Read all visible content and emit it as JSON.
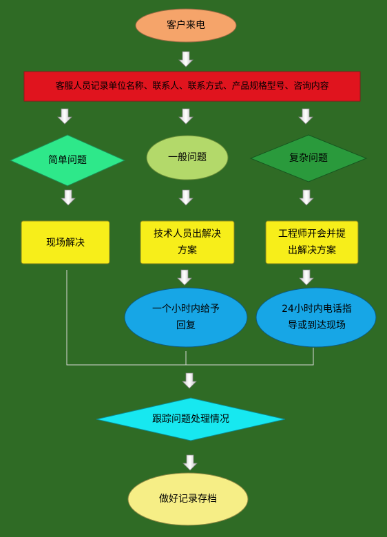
{
  "nodes": {
    "start": "客户来电",
    "record": "客服人员记录单位名称、联系人、联系方式、产品规格型号、咨询内容",
    "simple": "简单问题",
    "general": "一般问题",
    "complex": "复杂问题",
    "onsite": "现场解决",
    "tech_line1": "技术人员出解决",
    "tech_line2": "方案",
    "engineer_line1": "工程师开会并提",
    "engineer_line2": "出解决方案",
    "reply_line1": "一个小时内给予",
    "reply_line2": "回复",
    "phone_line1": "24小时内电话指",
    "phone_line2": "导或到达现场",
    "track": "跟踪问题处理情况",
    "archive": "做好记录存档"
  },
  "colors": {
    "background": "#2f6b25",
    "start_fill": "#f5a46a",
    "record_fill": "#e0141e",
    "simple_fill": "#2ee88a",
    "general_fill": "#b3d96a",
    "complex_fill": "#2a9a3c",
    "box_fill": "#f7ee1a",
    "ellipse_fill": "#17a6e6",
    "track_fill": "#17e8f0",
    "archive_fill": "#f6ee86"
  }
}
